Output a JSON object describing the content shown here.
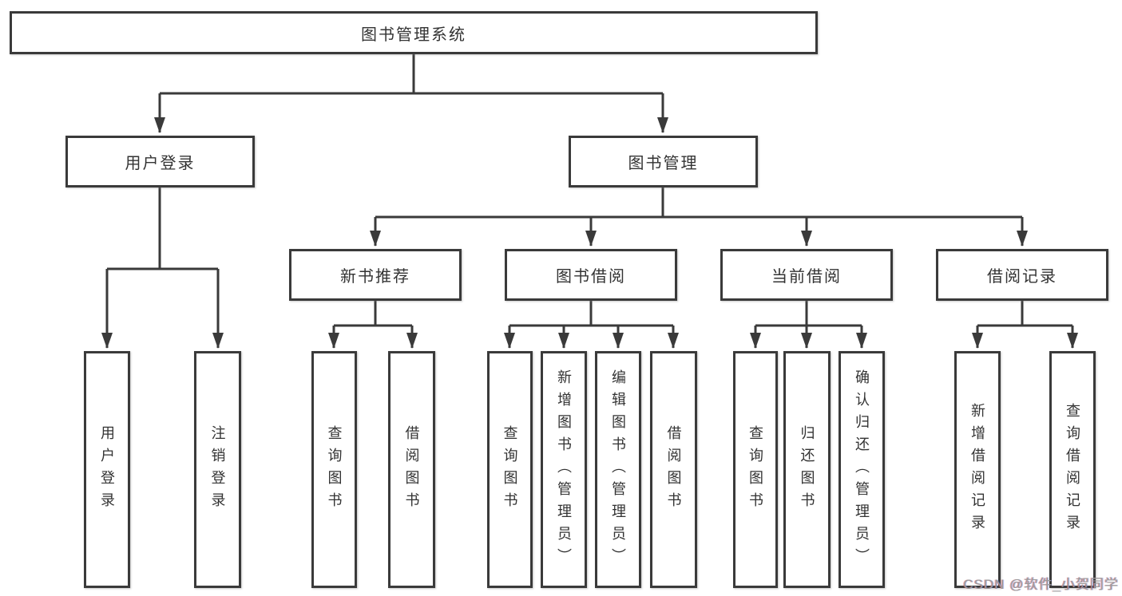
{
  "tree": {
    "label": "图书管理系统",
    "children": [
      {
        "label": "用户登录",
        "children": [
          {
            "label": "用户登录"
          },
          {
            "label": "注销登录"
          }
        ]
      },
      {
        "label": "图书管理",
        "children": [
          {
            "label": "新书推荐",
            "children": [
              {
                "label": "查询图书"
              },
              {
                "label": "借阅图书"
              }
            ]
          },
          {
            "label": "图书借阅",
            "children": [
              {
                "label": "查询图书"
              },
              {
                "label": "新增图书（管理员）"
              },
              {
                "label": "编辑图书（管理员）"
              },
              {
                "label": "借阅图书"
              }
            ]
          },
          {
            "label": "当前借阅",
            "children": [
              {
                "label": "查询图书"
              },
              {
                "label": "归还图书"
              },
              {
                "label": "确认归还（管理员）"
              }
            ]
          },
          {
            "label": "借阅记录",
            "children": [
              {
                "label": "新增借阅记录"
              },
              {
                "label": "查询借阅记录"
              }
            ]
          }
        ]
      }
    ]
  },
  "watermark": "CSDN @软件_小贺同学",
  "colors": {
    "line": "#3a3a3a",
    "text": "#333333",
    "background": "#ffffff",
    "watermark": "#9b9b9b"
  }
}
